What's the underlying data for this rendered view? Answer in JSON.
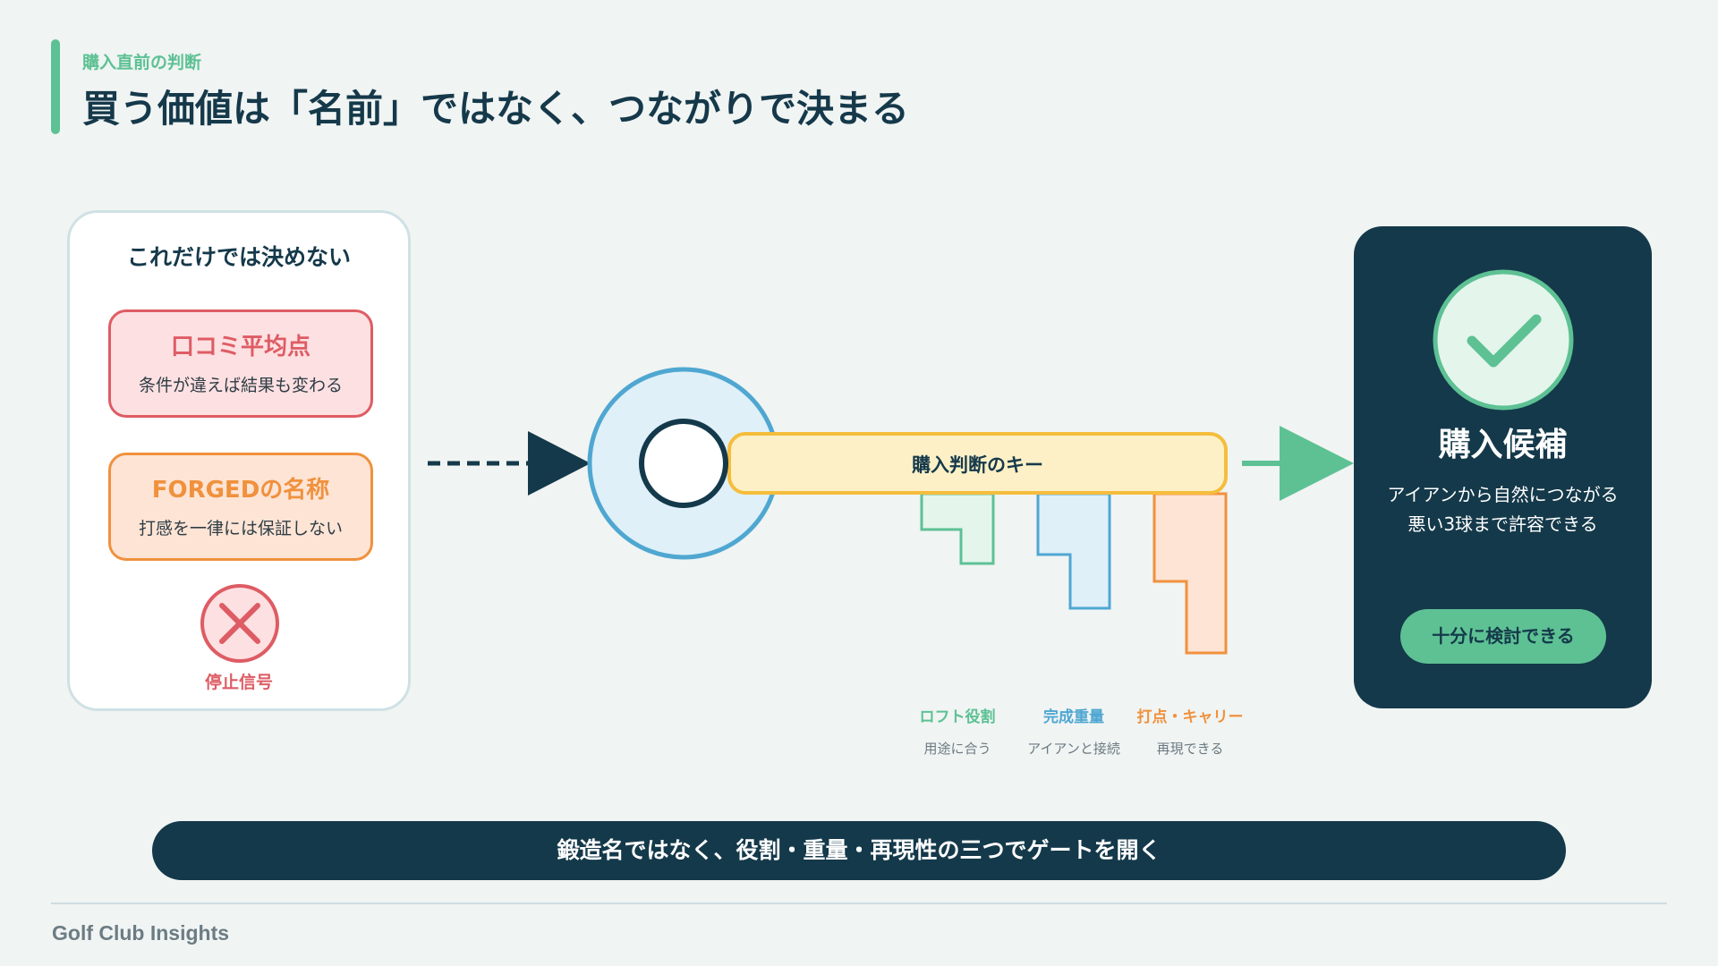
{
  "header": {
    "eyebrow": "購入直前の判断",
    "title": "買う価値は「名前」ではなく、つながりで決まる"
  },
  "left_card": {
    "title": "これだけでは決めない",
    "items": [
      {
        "title": "口コミ平均点",
        "desc": "条件が違えば結果も変わる"
      },
      {
        "title": "FORGEDの名称",
        "desc": "打感を一律には保証しない"
      }
    ],
    "stop_label": "停止信号"
  },
  "key": {
    "label": "購入判断のキー",
    "teeth": [
      {
        "title": "ロフト役割",
        "desc": "用途に合う",
        "color": "#5dc194"
      },
      {
        "title": "完成重量",
        "desc": "アイアンと接続",
        "color": "#4fa7d1"
      },
      {
        "title": "打点・キャリー",
        "desc": "再現できる",
        "color": "#f0913d"
      }
    ]
  },
  "right_card": {
    "title": "購入候補",
    "desc_lines": [
      "アイアンから自然につながる",
      "悪い3球まで許容できる"
    ],
    "button_label": "十分に検討できる"
  },
  "banner": "鍛造名ではなく、役割・重量・再現性の三つでゲートを開く",
  "footer": "Golf Club Insights",
  "colors": {
    "navy": "#14394a",
    "green": "#5dc194",
    "red": "#de5c64",
    "orange": "#f0913d",
    "blue": "#4fa7d1",
    "yellow": "#f5bd3c"
  }
}
